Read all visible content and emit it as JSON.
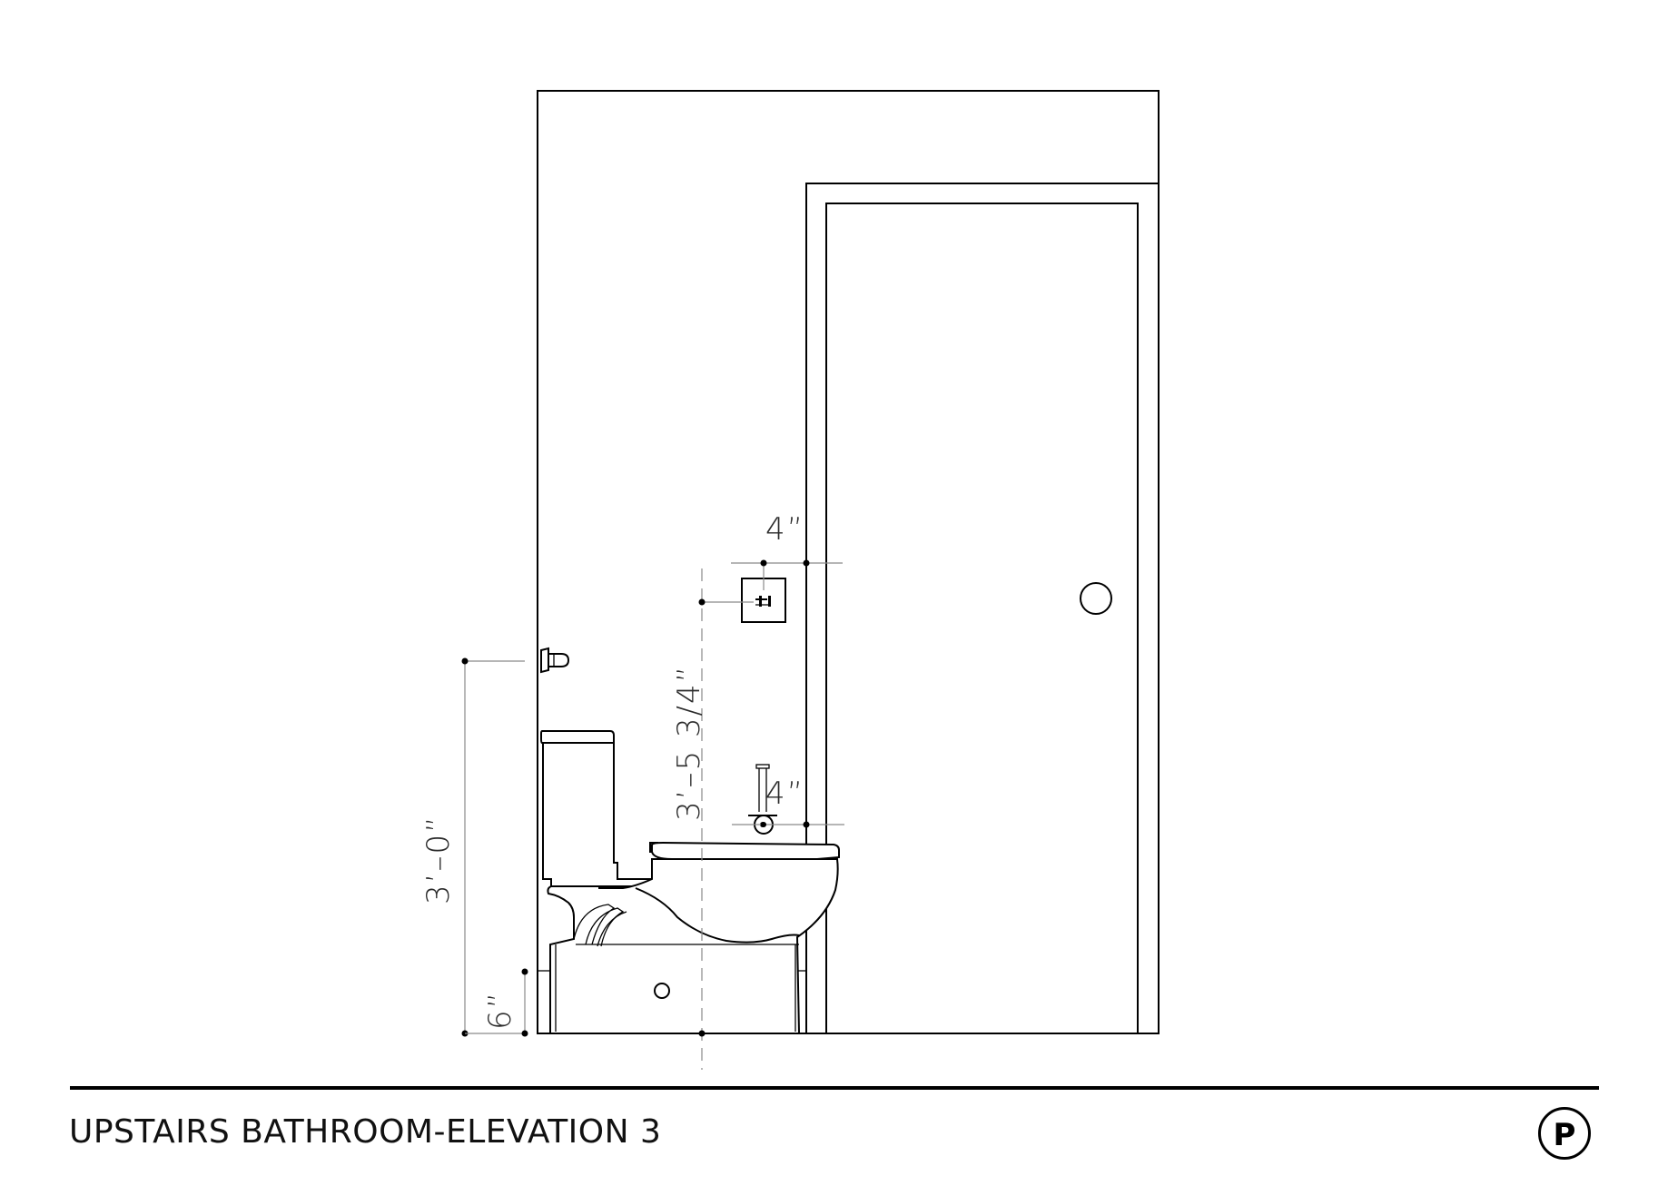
{
  "title": "UPSTAIRS BATHROOM-ELEVATION 3",
  "logo": {
    "letter": "P",
    "icon": "circle-p-logo"
  },
  "dimensions": {
    "toilet_height": "3’–0”",
    "baseboard_height": "6”",
    "switch_height": "3’–5 3/4”",
    "switch_offset": "4”",
    "paper_holder_offset": "4”"
  }
}
